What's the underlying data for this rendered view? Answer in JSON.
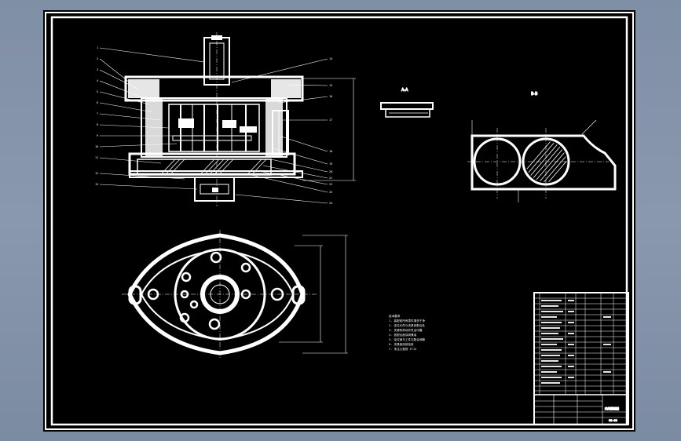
{
  "colors": {
    "background": "#8496ab",
    "sheet": "#000000",
    "lines": "#ffffff"
  },
  "drawing": {
    "view_label_a": "A-A",
    "view_label_b": "B-B",
    "title_block": {
      "drawing_number": "00-00",
      "title": "夹具装配图"
    },
    "balloons_left": [
      "1",
      "2",
      "3",
      "4",
      "5",
      "6",
      "7",
      "8",
      "9",
      "10",
      "11",
      "12",
      "13"
    ],
    "balloons_right": [
      "14",
      "15",
      "16",
      "17",
      "18",
      "19",
      "20",
      "21",
      "22",
      "23",
      "24"
    ],
    "notes": [
      "技术要求",
      "1. 装配前所有零件清洗干净",
      "2. 定位元件与夹具体配合处",
      "3. 夹紧机构动作灵活可靠",
      "4. 各配合面涂润滑油",
      "5. 定位销与工件孔配合间隙",
      "6. 夹具使用前检查",
      "7. 未注公差按 IT12"
    ]
  }
}
